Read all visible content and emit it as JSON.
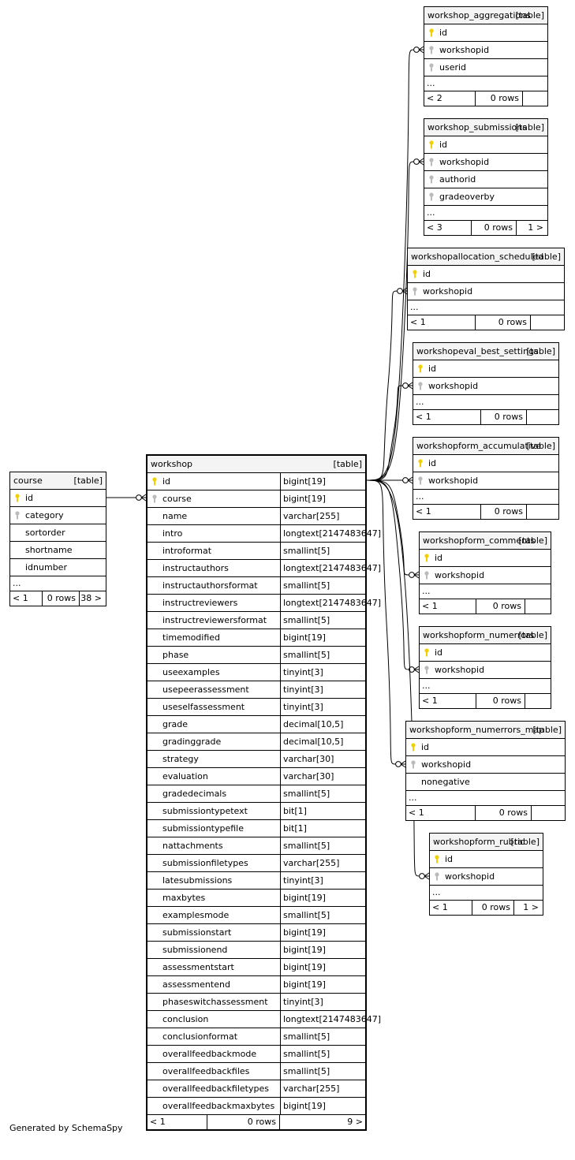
{
  "footer_text": "Generated by SchemaSpy",
  "colors": {
    "primary_key_icon": "#f0d000",
    "foreign_key_icon": "#bbbbbb"
  },
  "tables": {
    "course": {
      "name": "course",
      "tag": "[table]",
      "columns": [
        {
          "name": "id",
          "key": "primary"
        },
        {
          "name": "category",
          "key": "foreign"
        },
        {
          "name": "sortorder",
          "key": ""
        },
        {
          "name": "shortname",
          "key": ""
        },
        {
          "name": "idnumber",
          "key": ""
        }
      ],
      "ellipsis": "...",
      "footer": {
        "parents": "< 1",
        "rows": "0 rows",
        "children": "38 >"
      }
    },
    "workshop": {
      "name": "workshop",
      "tag": "[table]",
      "columns": [
        {
          "name": "id",
          "type": "bigint[19]",
          "key": "primary"
        },
        {
          "name": "course",
          "type": "bigint[19]",
          "key": "foreign"
        },
        {
          "name": "name",
          "type": "varchar[255]",
          "key": ""
        },
        {
          "name": "intro",
          "type": "longtext[2147483647]",
          "key": ""
        },
        {
          "name": "introformat",
          "type": "smallint[5]",
          "key": ""
        },
        {
          "name": "instructauthors",
          "type": "longtext[2147483647]",
          "key": ""
        },
        {
          "name": "instructauthorsformat",
          "type": "smallint[5]",
          "key": ""
        },
        {
          "name": "instructreviewers",
          "type": "longtext[2147483647]",
          "key": ""
        },
        {
          "name": "instructreviewersformat",
          "type": "smallint[5]",
          "key": ""
        },
        {
          "name": "timemodified",
          "type": "bigint[19]",
          "key": ""
        },
        {
          "name": "phase",
          "type": "smallint[5]",
          "key": ""
        },
        {
          "name": "useexamples",
          "type": "tinyint[3]",
          "key": ""
        },
        {
          "name": "usepeerassessment",
          "type": "tinyint[3]",
          "key": ""
        },
        {
          "name": "useselfassessment",
          "type": "tinyint[3]",
          "key": ""
        },
        {
          "name": "grade",
          "type": "decimal[10,5]",
          "key": ""
        },
        {
          "name": "gradinggrade",
          "type": "decimal[10,5]",
          "key": ""
        },
        {
          "name": "strategy",
          "type": "varchar[30]",
          "key": ""
        },
        {
          "name": "evaluation",
          "type": "varchar[30]",
          "key": ""
        },
        {
          "name": "gradedecimals",
          "type": "smallint[5]",
          "key": ""
        },
        {
          "name": "submissiontypetext",
          "type": "bit[1]",
          "key": ""
        },
        {
          "name": "submissiontypefile",
          "type": "bit[1]",
          "key": ""
        },
        {
          "name": "nattachments",
          "type": "smallint[5]",
          "key": ""
        },
        {
          "name": "submissionfiletypes",
          "type": "varchar[255]",
          "key": ""
        },
        {
          "name": "latesubmissions",
          "type": "tinyint[3]",
          "key": ""
        },
        {
          "name": "maxbytes",
          "type": "bigint[19]",
          "key": ""
        },
        {
          "name": "examplesmode",
          "type": "smallint[5]",
          "key": ""
        },
        {
          "name": "submissionstart",
          "type": "bigint[19]",
          "key": ""
        },
        {
          "name": "submissionend",
          "type": "bigint[19]",
          "key": ""
        },
        {
          "name": "assessmentstart",
          "type": "bigint[19]",
          "key": ""
        },
        {
          "name": "assessmentend",
          "type": "bigint[19]",
          "key": ""
        },
        {
          "name": "phaseswitchassessment",
          "type": "tinyint[3]",
          "key": ""
        },
        {
          "name": "conclusion",
          "type": "longtext[2147483647]",
          "key": ""
        },
        {
          "name": "conclusionformat",
          "type": "smallint[5]",
          "key": ""
        },
        {
          "name": "overallfeedbackmode",
          "type": "smallint[5]",
          "key": ""
        },
        {
          "name": "overallfeedbackfiles",
          "type": "smallint[5]",
          "key": ""
        },
        {
          "name": "overallfeedbackfiletypes",
          "type": "varchar[255]",
          "key": ""
        },
        {
          "name": "overallfeedbackmaxbytes",
          "type": "bigint[19]",
          "key": ""
        }
      ],
      "footer": {
        "parents": "< 1",
        "rows": "0 rows",
        "children": "9 >"
      }
    },
    "workshop_aggregations": {
      "name": "workshop_aggregations",
      "tag": "[table]",
      "columns": [
        {
          "name": "id",
          "key": "primary"
        },
        {
          "name": "workshopid",
          "key": "foreign"
        },
        {
          "name": "userid",
          "key": "foreign"
        }
      ],
      "ellipsis": "...",
      "footer": {
        "parents": "< 2",
        "rows": "0 rows",
        "children": ""
      }
    },
    "workshop_submissions": {
      "name": "workshop_submissions",
      "tag": "[table]",
      "columns": [
        {
          "name": "id",
          "key": "primary"
        },
        {
          "name": "workshopid",
          "key": "foreign"
        },
        {
          "name": "authorid",
          "key": "foreign"
        },
        {
          "name": "gradeoverby",
          "key": "foreign"
        }
      ],
      "ellipsis": "...",
      "footer": {
        "parents": "< 3",
        "rows": "0 rows",
        "children": "1 >"
      }
    },
    "workshopallocation_scheduled": {
      "name": "workshopallocation_scheduled",
      "tag": "[table]",
      "columns": [
        {
          "name": "id",
          "key": "primary"
        },
        {
          "name": "workshopid",
          "key": "foreign"
        }
      ],
      "ellipsis": "...",
      "footer": {
        "parents": "< 1",
        "rows": "0 rows",
        "children": ""
      }
    },
    "workshopeval_best_settings": {
      "name": "workshopeval_best_settings",
      "tag": "[table]",
      "columns": [
        {
          "name": "id",
          "key": "primary"
        },
        {
          "name": "workshopid",
          "key": "foreign"
        }
      ],
      "ellipsis": "...",
      "footer": {
        "parents": "< 1",
        "rows": "0 rows",
        "children": ""
      }
    },
    "workshopform_accumulative": {
      "name": "workshopform_accumulative",
      "tag": "[table]",
      "columns": [
        {
          "name": "id",
          "key": "primary"
        },
        {
          "name": "workshopid",
          "key": "foreign"
        }
      ],
      "ellipsis": "...",
      "footer": {
        "parents": "< 1",
        "rows": "0 rows",
        "children": ""
      }
    },
    "workshopform_comments": {
      "name": "workshopform_comments",
      "tag": "[table]",
      "columns": [
        {
          "name": "id",
          "key": "primary"
        },
        {
          "name": "workshopid",
          "key": "foreign"
        }
      ],
      "ellipsis": "...",
      "footer": {
        "parents": "< 1",
        "rows": "0 rows",
        "children": ""
      }
    },
    "workshopform_numerrors": {
      "name": "workshopform_numerrors",
      "tag": "[table]",
      "columns": [
        {
          "name": "id",
          "key": "primary"
        },
        {
          "name": "workshopid",
          "key": "foreign"
        }
      ],
      "ellipsis": "...",
      "footer": {
        "parents": "< 1",
        "rows": "0 rows",
        "children": ""
      }
    },
    "workshopform_numerrors_map": {
      "name": "workshopform_numerrors_map",
      "tag": "[table]",
      "columns": [
        {
          "name": "id",
          "key": "primary"
        },
        {
          "name": "workshopid",
          "key": "foreign"
        },
        {
          "name": "nonegative",
          "key": ""
        }
      ],
      "ellipsis": "...",
      "footer": {
        "parents": "< 1",
        "rows": "0 rows",
        "children": ""
      }
    },
    "workshopform_rubric": {
      "name": "workshopform_rubric",
      "tag": "[table]",
      "columns": [
        {
          "name": "id",
          "key": "primary"
        },
        {
          "name": "workshopid",
          "key": "foreign"
        }
      ],
      "ellipsis": "...",
      "footer": {
        "parents": "< 1",
        "rows": "0 rows",
        "children": "1 >"
      }
    }
  }
}
